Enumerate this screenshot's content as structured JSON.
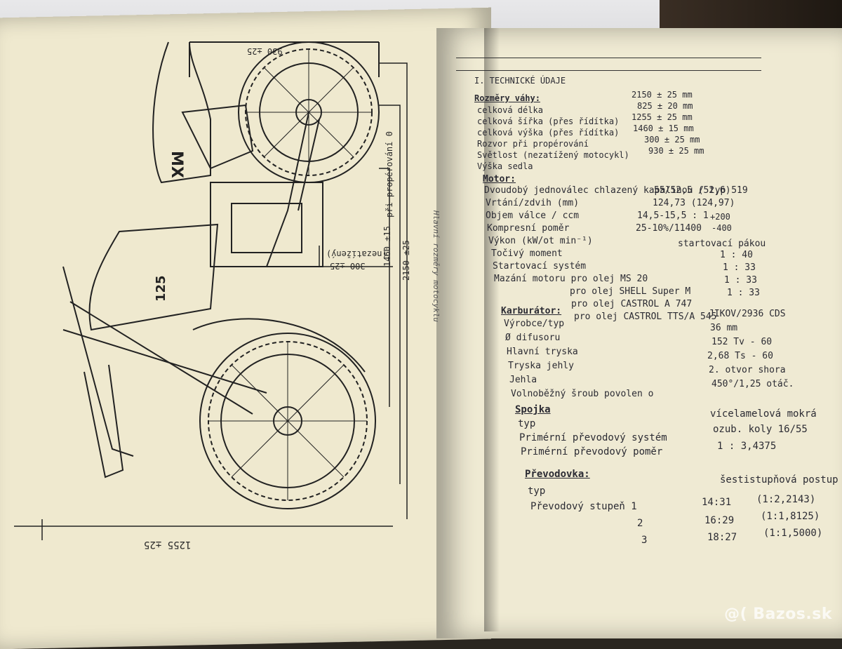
{
  "drawing": {
    "dimensions": {
      "top": "930 ±25",
      "right_inner": "při propérování 0",
      "right_mid": "1460 ±15",
      "right_outer": "2150 ±25",
      "unloaded": "(nezatížený)",
      "bottom_small": "300 ±25",
      "bottom": "1255 ±25"
    },
    "tank_text": "MX",
    "number_plate": "125",
    "caption": "Hlavní rozměry motocyklu"
  },
  "spec": {
    "section_title": "I. TECHNICKÉ ÚDAJE",
    "rozmery": {
      "heading": "Rozměry váhy:",
      "rows": [
        {
          "label": "celková délka",
          "value": "2150 ± 25 mm"
        },
        {
          "label": "celková šířka (přes řídítka)",
          "value": "825 ± 20 mm"
        },
        {
          "label": "celková výška (přes řídítka)",
          "value": "1255 ± 25 mm"
        },
        {
          "label": "Rozvor při propérování",
          "value": "1460 ± 15 mm"
        },
        {
          "label": "Světlost (nezatížený motocykl)",
          "value": "300 ± 25 mm"
        },
        {
          "label": "Výška sedla",
          "value": "930 ± 25 mm"
        }
      ]
    },
    "motor": {
      "heading": "Motor:",
      "rows": [
        {
          "label": "Dvoudobý jednoválec chlazený kapalinou / typ 519",
          "value": ""
        },
        {
          "label": "Vrtání/zdvih (mm)",
          "value": "55/52,5 (52,6)"
        },
        {
          "label": "Objem válce / ccm",
          "value": "124,73 (124,97)"
        },
        {
          "label": "Kompresní poměr",
          "value": "14,5-15,5 : 1"
        },
        {
          "label": "Výkon (kW/ot min⁻¹)",
          "value": "25-10%/11400"
        },
        {
          "label": "Točivý moment",
          "value": ""
        },
        {
          "label": "Startovací systém",
          "value": "startovací pákou"
        },
        {
          "label": "Mazání motoru pro olej MS 20",
          "value": "1 : 40"
        },
        {
          "label": "pro olej SHELL Super M",
          "value": "1 : 33"
        },
        {
          "label": "pro olej CASTROL A 747",
          "value": "1 : 33"
        },
        {
          "label": "pro olej CASTROL TTS/A 545",
          "value": "1 : 33"
        }
      ],
      "rpm_tolerance_plus": "+200",
      "rpm_tolerance_minus": "-400"
    },
    "karburator": {
      "heading": "Karburátor:",
      "rows": [
        {
          "label": "Výrobce/typ",
          "value": "JIKOV/2936 CDS"
        },
        {
          "label": "Ø difusoru",
          "value": "36 mm"
        },
        {
          "label": "Hlavní tryska",
          "value": "152 Tv - 60"
        },
        {
          "label": "Tryska jehly",
          "value": "2,68 Ts - 60"
        },
        {
          "label": "Jehla",
          "value": "2. otvor shora"
        },
        {
          "label": "Volnoběžný šroub povolen o",
          "value": "450°/1,25 otáč."
        }
      ]
    },
    "spojka": {
      "heading": "Spojka",
      "rows": [
        {
          "label": "typ",
          "value": "vícelamelová mokrá"
        },
        {
          "label": "Primérní převodový systém",
          "value": "ozub. koly 16/55"
        },
        {
          "label": "Primérní převodový poměr",
          "value": "1 : 3,4375"
        }
      ]
    },
    "prevodovka": {
      "heading": "Převodovka:",
      "typ_label": "typ",
      "typ_value": "šestistupňová postup",
      "stupen_label": "Převodový stupeň 1",
      "gears": [
        {
          "n": "",
          "teeth": "14:31",
          "ratio": "(1:2,2143)"
        },
        {
          "n": "2",
          "teeth": "16:29",
          "ratio": "(1:1,8125)"
        },
        {
          "n": "3",
          "teeth": "18:27",
          "ratio": "(1:1,5000)"
        }
      ]
    }
  },
  "watermark": "@( Bazos.sk"
}
